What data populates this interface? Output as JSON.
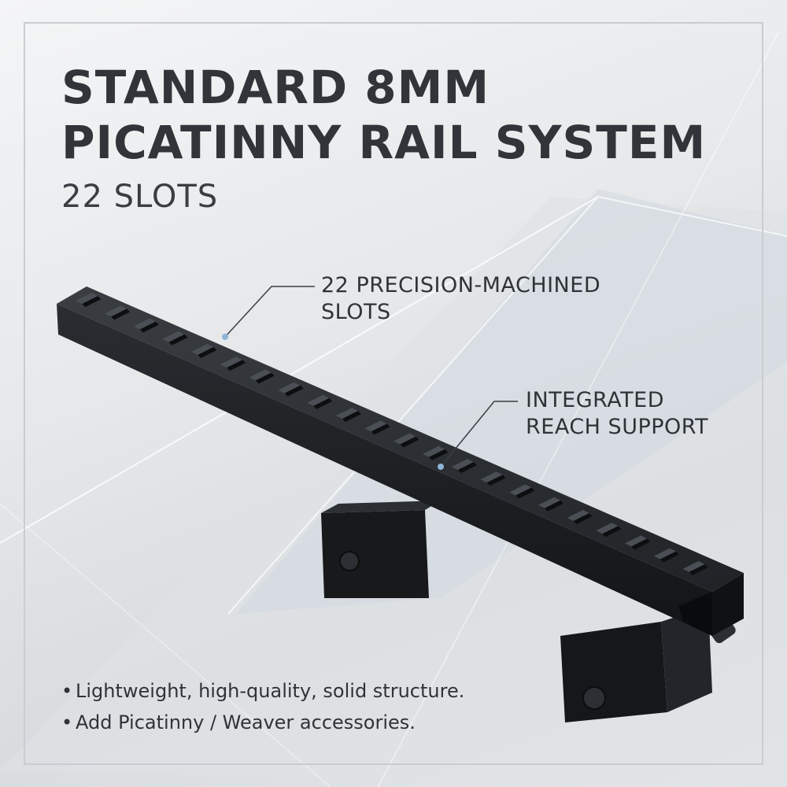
{
  "title": {
    "line1": "STANDARD 8MM",
    "line2": "PICATINNY RAIL SYSTEM",
    "subtitle": "22 SLOTS"
  },
  "callouts": {
    "slots": {
      "line1": "22 PRECISION-MACHINED",
      "line2": "SLOTS"
    },
    "support": {
      "line1": "INTEGRATED",
      "line2": "REACH SUPPORT"
    }
  },
  "bullets": [
    "Lightweight, high-quality, solid structure.",
    "Add Picatinny / Weaver accessories."
  ],
  "bullet_marker": "•",
  "colors": {
    "background": "#e9ebed",
    "text": "#2d3033",
    "rail": "#1c1e21",
    "frame": "#c9cdd1"
  },
  "product": {
    "name": "picatinny-rail-mount",
    "slot_count": 22
  }
}
